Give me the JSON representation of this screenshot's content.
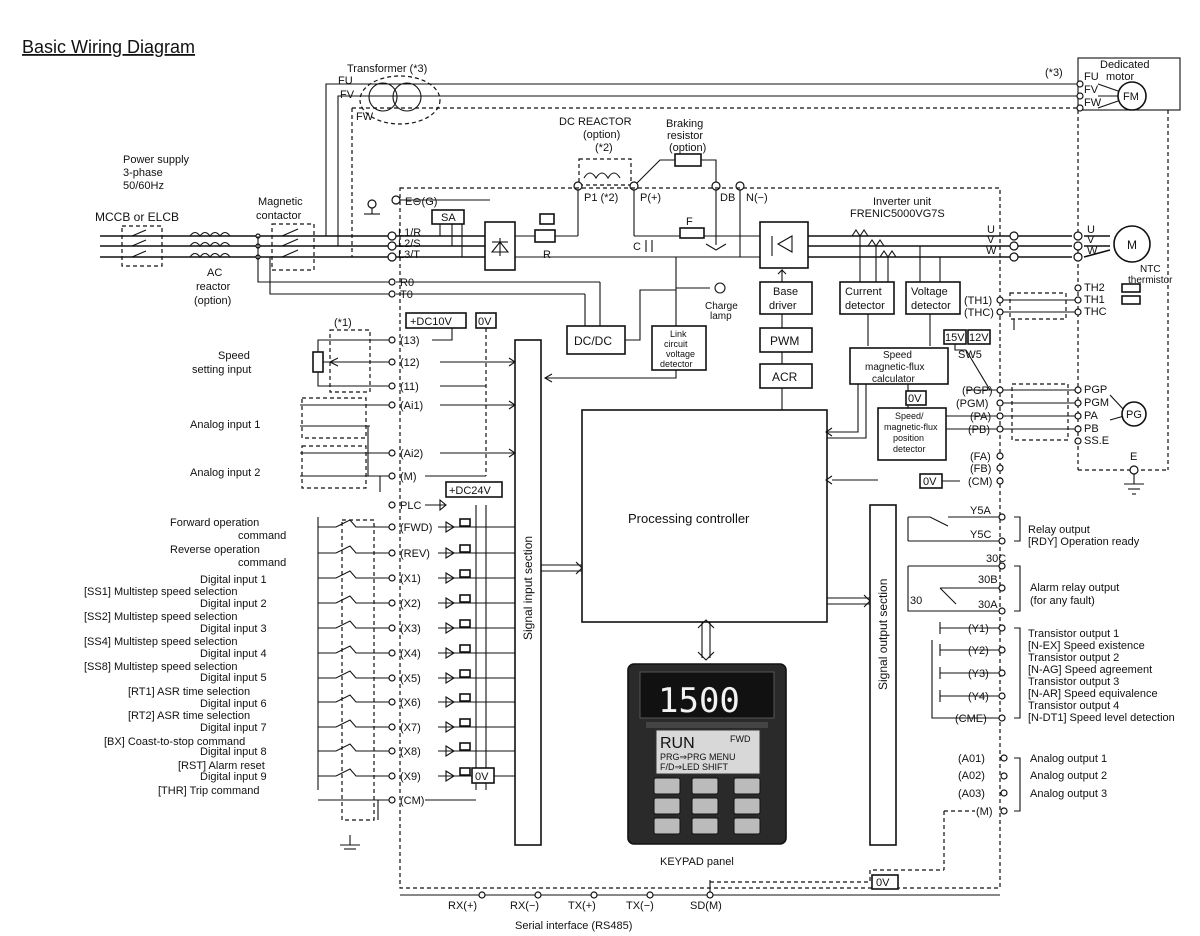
{
  "title": "Basic Wiring Diagram",
  "power_supply": [
    "Power supply",
    "3-phase",
    "50/60Hz"
  ],
  "mccb": "MCCB or ELCB",
  "ac_reactor": [
    "AC",
    "reactor",
    "(option)"
  ],
  "magnetic_contactor": [
    "Magnetic",
    "contactor"
  ],
  "transformer": "Transformer (*3)",
  "transformer_terms": [
    "FU",
    "FV",
    "FW"
  ],
  "motor_note": "(*3)",
  "dedicated_motor": [
    "Dedicated",
    "motor"
  ],
  "fm": "FM",
  "motor_terms_top": [
    "FU",
    "FV",
    "FW"
  ],
  "dc_reactor": [
    "DC REACTOR",
    "(option)",
    "(*2)"
  ],
  "braking_resistor": [
    "Braking",
    "resistor",
    "(option)"
  ],
  "bus_terms": [
    "P1 (*2)",
    "P(+)",
    "DB",
    "N(−)"
  ],
  "ground_e": "E⊖(G)",
  "sa": "SA",
  "r_label": "R",
  "f_label": "F",
  "c_label": "C",
  "input_terms": [
    "L1/R",
    "L2/S",
    "L3/T",
    "R0",
    "T0"
  ],
  "inverter_unit": [
    "Inverter unit",
    "FRENIC5000VG7S"
  ],
  "charge_lamp": [
    "Charge",
    "lamp"
  ],
  "dcdc": "DC/DC",
  "link_detector": [
    "Link",
    "circuit",
    "voltage",
    "detector"
  ],
  "base_driver": [
    "Base",
    "driver"
  ],
  "pwm": "PWM",
  "acr": "ACR",
  "current_detector": [
    "Current",
    "detector"
  ],
  "voltage_detector": [
    "Voltage",
    "detector"
  ],
  "speed_flux_calc": [
    "Speed",
    "magnetic-flux",
    "calculator"
  ],
  "speed_flux_pos": [
    "Speed/",
    "magnetic-flux",
    "position",
    "detector"
  ],
  "sw_labels": [
    "15V",
    "12V",
    "SW5"
  ],
  "output_terms": [
    "U",
    "V",
    "W"
  ],
  "motor_m": "M",
  "ntc": [
    "NTC",
    "thermistor"
  ],
  "th_terms": [
    "(TH1)",
    "(THC)"
  ],
  "th_motor": [
    "TH2",
    "TH1",
    "THC"
  ],
  "pg_terms": [
    "(PGP)",
    "(PGM)",
    "(PA)",
    "(PB)"
  ],
  "pg_motor": [
    "PGP",
    "PGM",
    "PA",
    "PB",
    "SS.E"
  ],
  "pg": "PG",
  "ov": "0V",
  "e_label": "E",
  "fa_terms": [
    "(FA)",
    "(FB)",
    "(CM)"
  ],
  "star1": "(*1)",
  "dc10v": "+DC10V",
  "dc24v": "+DC24V",
  "speed_setting": [
    "Speed",
    "setting input"
  ],
  "analog_input_1": "Analog input 1",
  "analog_input_2": "Analog input 2",
  "analog_terms": [
    "(13)",
    "(12)",
    "(11)",
    "(Ai1)",
    "(Ai2)",
    "(M)"
  ],
  "plc": "PLC",
  "digital_terms": [
    "(FWD)",
    "(REV)",
    "(X1)",
    "(X2)",
    "(X3)",
    "(X4)",
    "(X5)",
    "(X6)",
    "(X7)",
    "(X8)",
    "(X9)",
    "(CM)"
  ],
  "digital_labels": [
    "Forward operation",
    "command",
    "Reverse operation",
    "command",
    "Digital input 1",
    "[SS1] Multistep speed selection",
    "Digital input 2",
    "[SS2] Multistep speed selection",
    "Digital input 3",
    "[SS4] Multistep speed selection",
    "Digital input 4",
    "[SS8] Multistep speed selection",
    "Digital input 5",
    "[RT1] ASR time selection",
    "Digital input 6",
    "[RT2] ASR time selection",
    "Digital input 7",
    "[BX] Coast-to-stop command",
    "Digital input 8",
    "[RST] Alarm reset",
    "Digital input 9",
    "[THR] Trip command"
  ],
  "signal_input": "Signal input section",
  "signal_output": "Signal output section",
  "processing": "Processing controller",
  "keypad_panel": "KEYPAD panel",
  "keypad": {
    "display": "1500",
    "lcd_line1": "RUN",
    "lcd_fwd": "FWD",
    "lcd_line2": "PRG⇒PRG MENU",
    "lcd_line3": "F/D⇒LED SHIFT"
  },
  "relay_terms": [
    "Y5A",
    "Y5C"
  ],
  "relay_output": [
    "Relay output",
    "[RDY] Operation ready"
  ],
  "alarm_terms": [
    "30C",
    "30B",
    "30A"
  ],
  "alarm_output": [
    "Alarm relay output",
    "(for any fault)"
  ],
  "alarm_30": "30",
  "transistor_terms": [
    "(Y1)",
    "(Y2)",
    "(Y3)",
    "(Y4)",
    "(CME)"
  ],
  "transistor_labels": [
    "Transistor output 1",
    "[N-EX] Speed existence",
    "Transistor output 2",
    "[N-AG] Speed agreement",
    "Transistor output 3",
    "[N-AR] Speed equivalence",
    "Transistor output 4",
    "[N-DT1] Speed level detection"
  ],
  "analog_out_terms": [
    "(A01)",
    "(A02)",
    "(A03)",
    "(M)"
  ],
  "analog_out_labels": [
    "Analog output 1",
    "Analog output 2",
    "Analog output 3"
  ],
  "serial_terms": [
    "RX(+)",
    "RX(−)",
    "TX(+)",
    "TX(−)",
    "SD(M)"
  ],
  "serial_interface": "Serial interface (RS485)"
}
